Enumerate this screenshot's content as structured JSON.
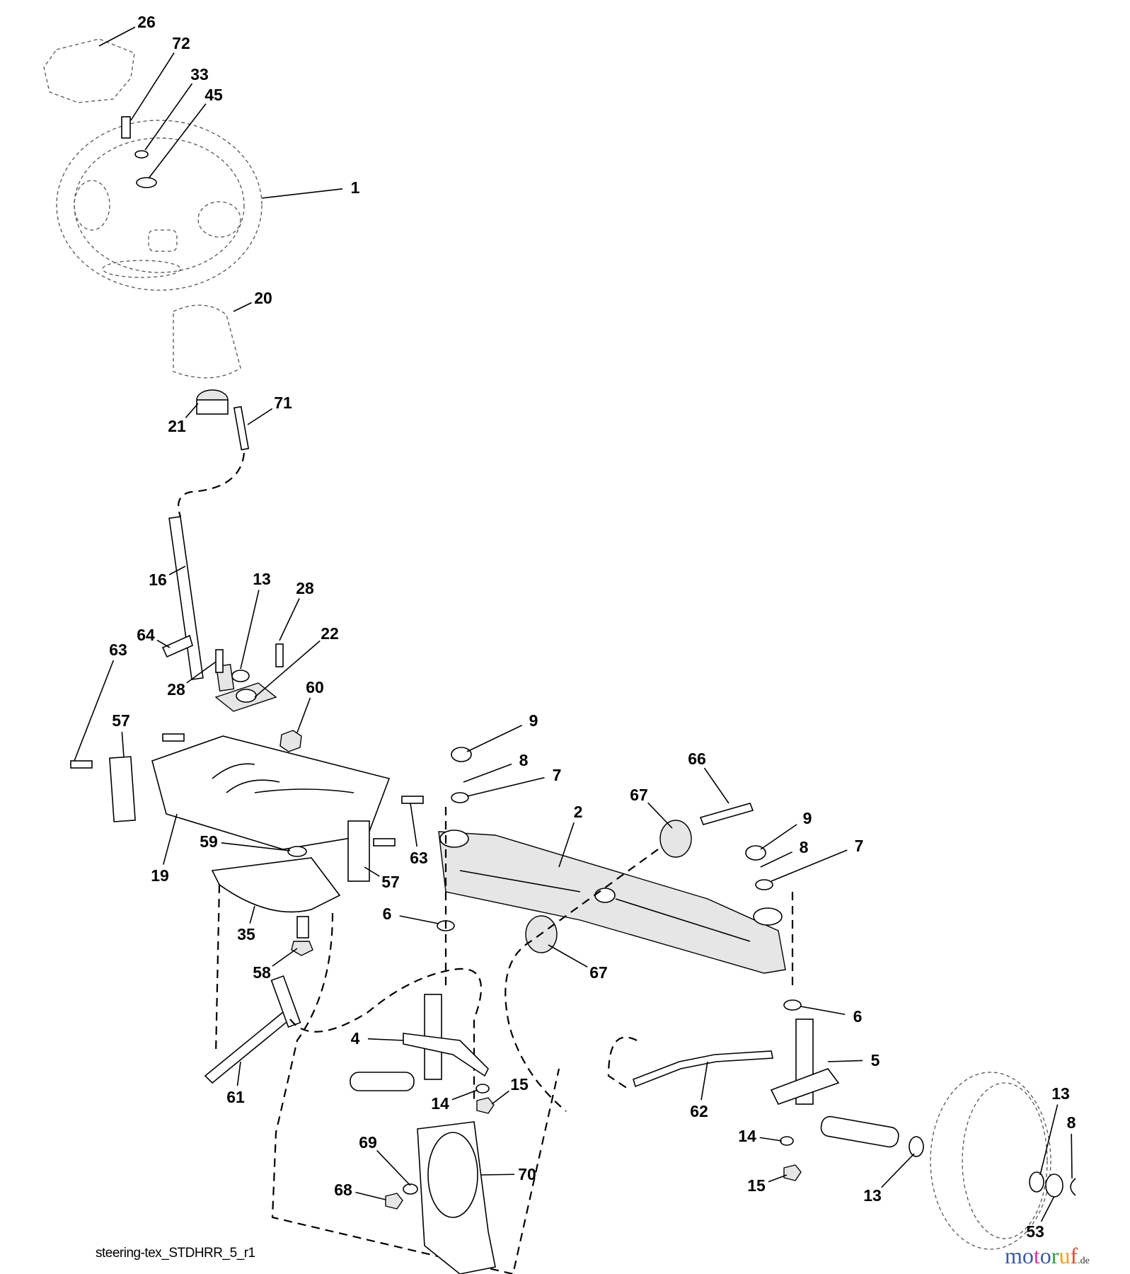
{
  "diagram": {
    "callouts": [
      "26",
      "72",
      "33",
      "45",
      "1",
      "20",
      "71",
      "21",
      "16",
      "13",
      "28",
      "64",
      "63",
      "22",
      "28",
      "60",
      "57",
      "9",
      "8",
      "7",
      "66",
      "67",
      "2",
      "9",
      "8",
      "7",
      "63",
      "59",
      "19",
      "57",
      "35",
      "6",
      "67",
      "58",
      "6",
      "4",
      "5",
      "61",
      "15",
      "14",
      "62",
      "13",
      "8",
      "14",
      "69",
      "70",
      "15",
      "13",
      "68",
      "53"
    ],
    "footer_code": "steering-tex_STDHRR_5_r1",
    "watermark": {
      "letters": [
        "m",
        "o",
        "t",
        "o",
        "r",
        "u",
        "f"
      ],
      "suffix": ".de",
      "colors": [
        "#3b5ba5",
        "#3b5ba5",
        "#e0339a",
        "#3b5ba5",
        "#2e9e3e",
        "#f0a020",
        "#e24a2a"
      ]
    }
  }
}
